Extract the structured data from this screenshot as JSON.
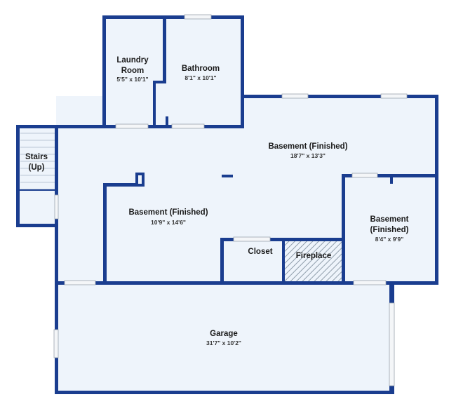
{
  "colors": {
    "wall": "#1a3d8f",
    "floor": "#eef4fb",
    "window": "#f4f6f8",
    "hatch": "#7a8a99",
    "text": "#1a1a1a"
  },
  "rooms": {
    "laundry": {
      "name_line1": "Laundry",
      "name_line2": "Room",
      "dims": "5'5\" x 10'1\""
    },
    "bathroom": {
      "name": "Bathroom",
      "dims": "8'1\" x 10'1\""
    },
    "stairs": {
      "name_line1": "Stairs",
      "name_line2": "(Up)"
    },
    "basement_main": {
      "name": "Basement (Finished)",
      "dims": "18'7\" x 13'3\""
    },
    "basement_left": {
      "name": "Basement (Finished)",
      "dims": "10'9\" x 14'6\""
    },
    "basement_right": {
      "name_line1": "Basement",
      "name_line2": "(Finished)",
      "dims": "8'4\" x 9'9\""
    },
    "closet": {
      "name": "Closet"
    },
    "fireplace": {
      "name": "Fireplace"
    },
    "garage": {
      "name": "Garage",
      "dims": "31'7\" x 10'2\""
    }
  }
}
